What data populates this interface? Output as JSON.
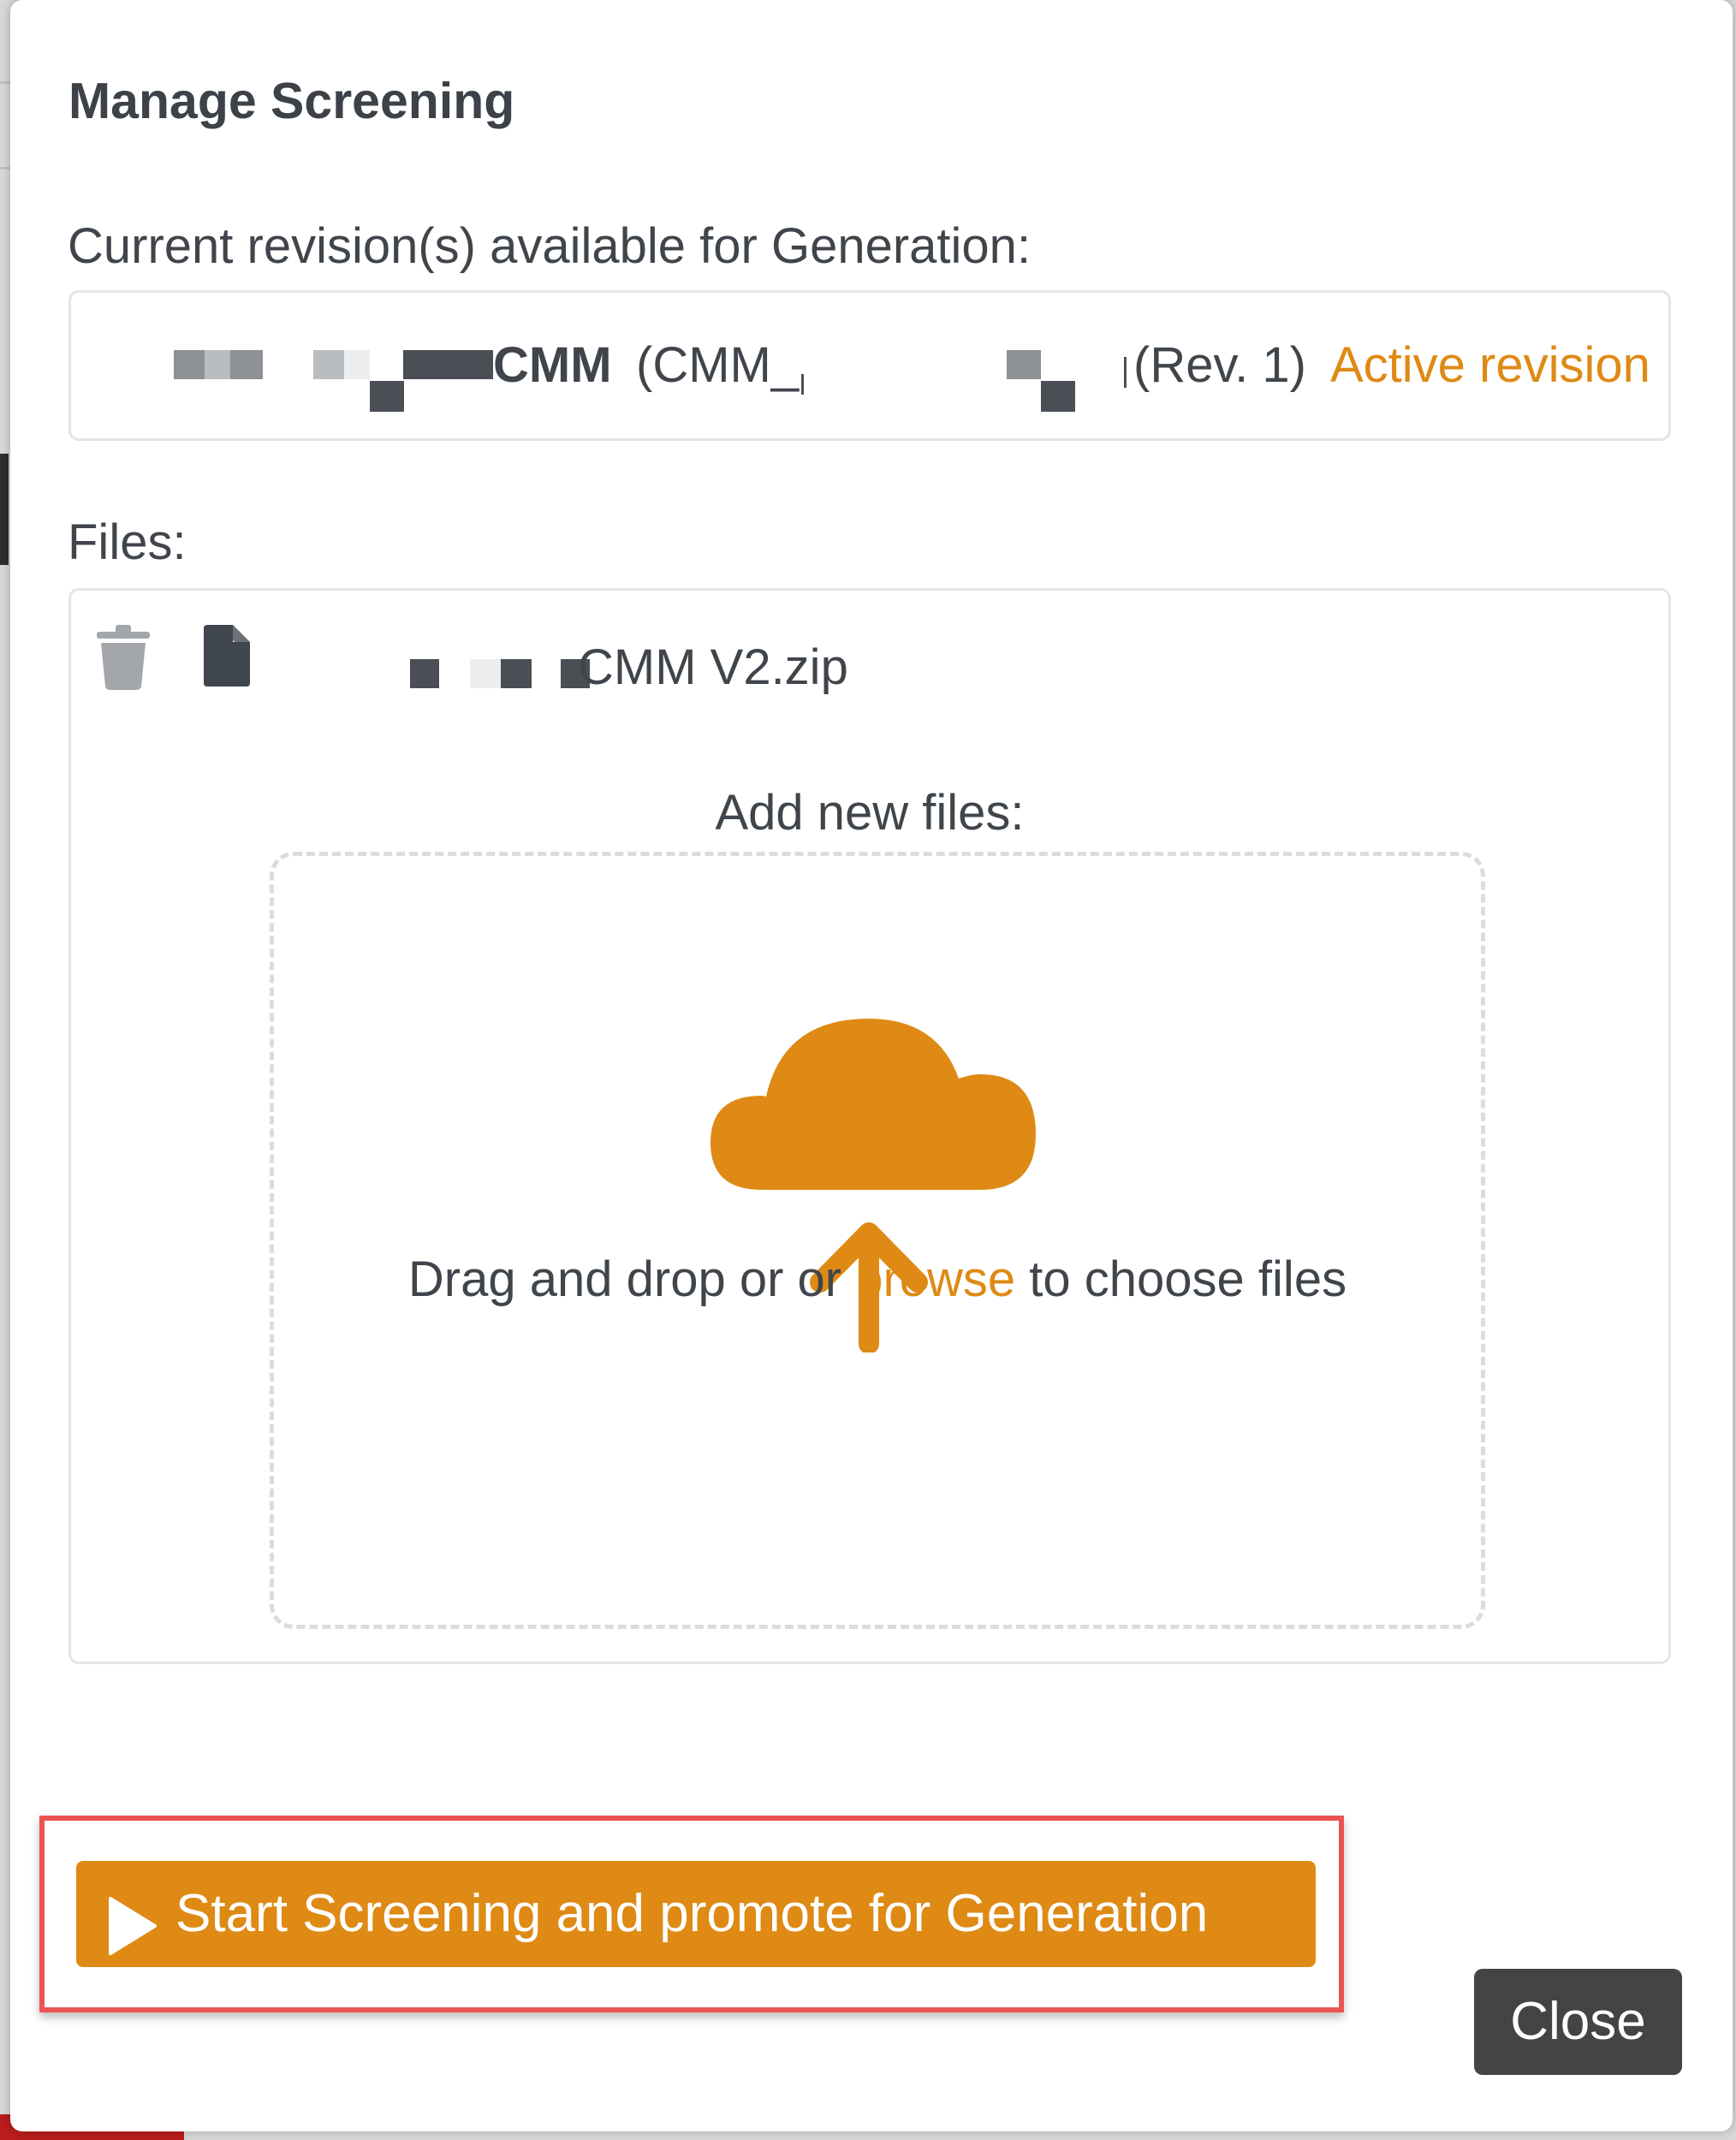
{
  "modal": {
    "title": "Manage Screening"
  },
  "revisions": {
    "label": "Current revision(s) available for Generation:",
    "item": {
      "name": "CMM",
      "code": "(CMM_",
      "revision": "(Rev. 1)",
      "status": "Active revision"
    }
  },
  "files": {
    "label": "Files:",
    "items": [
      {
        "name": "CMM V2.zip",
        "delete_icon": "trash-icon",
        "type_icon": "file-icon"
      }
    ],
    "add_label": "Add new files:",
    "dropzone": {
      "icon": "cloud-upload-icon",
      "text_before": "Drag and drop or or ",
      "link": "browse",
      "text_after": " to choose files"
    }
  },
  "actions": {
    "start_label": "Start Screening and promote for Generation",
    "start_icon": "play-icon",
    "close_label": "Close"
  },
  "colors": {
    "accent": "#de8a15",
    "highlight": "#ec5353",
    "close_button": "#444444",
    "text": "#3f454b"
  }
}
